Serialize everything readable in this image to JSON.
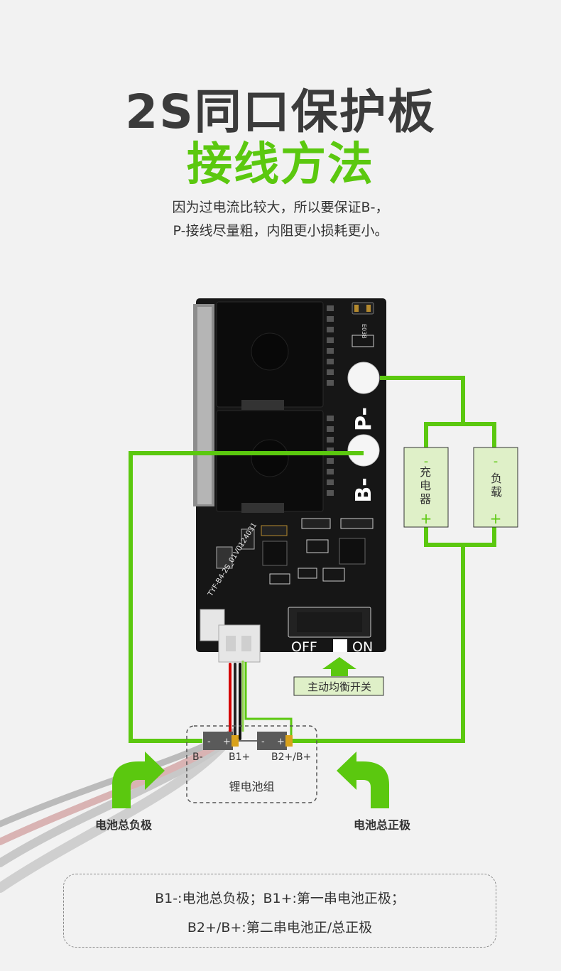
{
  "title_line1": "2S同口保护板",
  "title_line2": "接线方法",
  "subtitle_line1": "因为过电流比较大，所以要保证B-，",
  "subtitle_line2": "P-接线尽量粗，内阻更小损耗更小。",
  "board": {
    "label_p_minus": "P-",
    "label_b_minus": "B-",
    "label_off": "OFF",
    "label_on": "ON",
    "silk_text": "TYF-B4-2S_01V0124031",
    "chip_text": "E03B"
  },
  "charger": {
    "minus": "-",
    "label": "充电器",
    "plus": "+"
  },
  "load": {
    "minus": "-",
    "label": "负载",
    "plus": "+"
  },
  "balance_label": "主动均衡开关",
  "battery_pack": {
    "label": "锂电池组",
    "b1_minus": "B-",
    "b1_plus": "B1+",
    "b2_plus": "B2+/B+",
    "cell_minus": "-",
    "cell_plus": "+"
  },
  "arrow_left_label": "电池总负极",
  "arrow_right_label": "电池总正极",
  "note_line1": "B1-:电池总负极；B1+:第一串电池正极；",
  "note_line2": "B2+/B+:第二串电池正/总正极",
  "colors": {
    "green": "#5bc80f",
    "title": "#3b3b3b",
    "board": "#161616"
  }
}
